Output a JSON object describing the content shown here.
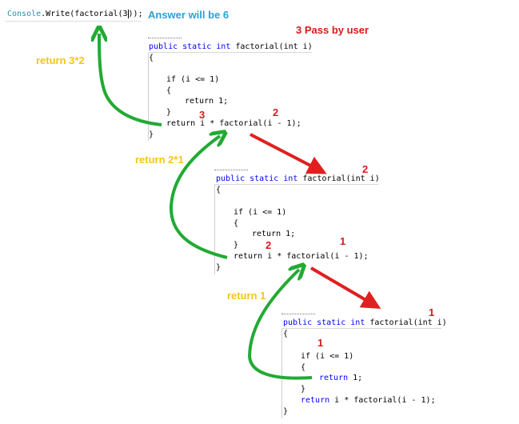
{
  "console_call": {
    "prefix": "Console",
    "method": ".Write(factorial(3",
    "suffix": "));"
  },
  "answer": "Answer will be 6",
  "pass_label": "3 Pass by user",
  "code": {
    "sig_kw": "public static int",
    "sig_name": "factorial(int i)",
    "open_brace": "{",
    "if_line": "if (i <= 1)",
    "block_open": "{",
    "return_kw": "return",
    "return_val": " 1;",
    "block_close": "}",
    "return_expr": "i * factorial(i - 1);",
    "close_brace": "}"
  },
  "labels": {
    "return_3x2": "return 3*2",
    "return_2x1": "return 2*1",
    "return_1": "return 1",
    "f1_i": "3",
    "f1_next": "2",
    "f2_arg": "2",
    "f2_i": "2",
    "f2_next": "1",
    "f3_arg": "1",
    "f3_if": "1"
  },
  "colors": {
    "call_arrow": "#e02020",
    "return_arrow": "#22aa33",
    "keyword": "#0000ff",
    "label_red": "#d91a1a",
    "label_gold": "#f5c518",
    "label_blue": "#2a9fd8"
  }
}
